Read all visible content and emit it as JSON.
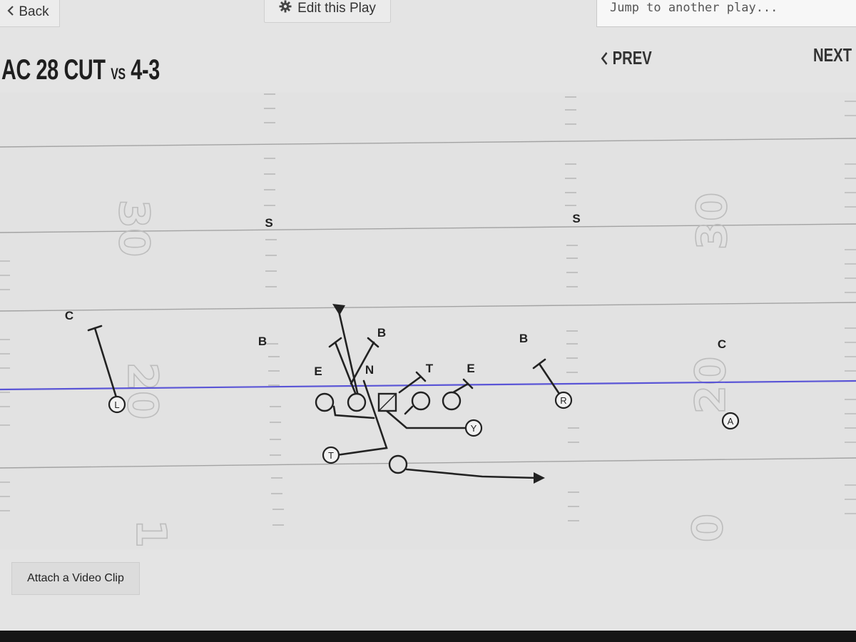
{
  "topbar": {
    "back_label": "Back",
    "edit_label": "Edit this Play",
    "jump_placeholder": "Jump to another play..."
  },
  "header": {
    "title_main": "AC 28 CUT",
    "title_vs": "VS",
    "title_defense": "4-3",
    "prev_label": "PREV",
    "next_label": "NEXT"
  },
  "field": {
    "yard_numbers": [
      "30",
      "30",
      "20",
      "20",
      "1",
      "0"
    ],
    "scrimmage_line_color": "#5a55d6",
    "defense": {
      "safety_left": "S",
      "safety_right": "S",
      "corner_left": "C",
      "corner_right": "C",
      "backer_left": "B",
      "backer_mid": "B",
      "backer_right": "B",
      "end_left": "E",
      "nose": "N",
      "tackle": "T",
      "end_right": "E"
    },
    "offense": {
      "wide_left": "L",
      "wide_right_slot": "R",
      "wide_right": "A",
      "tight_end": "Y",
      "back": "T"
    }
  },
  "footer": {
    "video_label": "Attach a Video Clip"
  }
}
